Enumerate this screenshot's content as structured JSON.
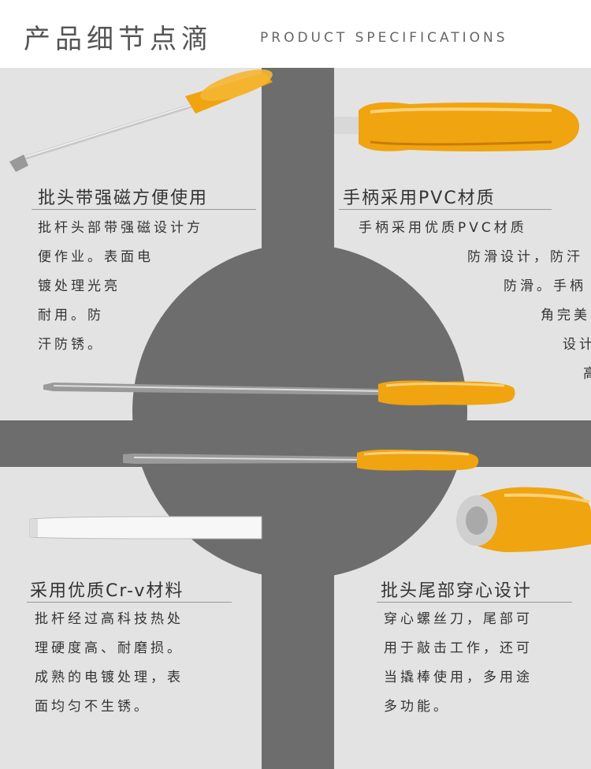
{
  "header": {
    "title_cn": "产品细节点滴",
    "title_en": "PRODUCT SPECIFICATIONS"
  },
  "sections": {
    "magnetic": {
      "title": "批头带强磁方便使用",
      "lines": [
        "批杆头部带强磁设计方",
        "便作业。表面电",
        "镀处理光亮",
        "耐用。防",
        "汗防锈。"
      ]
    },
    "handle": {
      "title": "手柄采用PVC材质",
      "lines": [
        "手柄采用优质PVC材质",
        "防滑设计，防汗",
        "防滑。手柄",
        "角完美",
        "设计",
        "高"
      ]
    },
    "material": {
      "title": "采用优质Cr-v材料",
      "lines": [
        "批杆经过高科技热处",
        "理硬度高、耐磨损。",
        "成熟的电镀处理，表",
        "面均匀不生锈。"
      ]
    },
    "tail": {
      "title": "批头尾部穿心设计",
      "lines": [
        "穿心螺丝刀，尾部可",
        "用于敲击工作，还可",
        "当撬棒使用，多用途",
        "多功能。"
      ]
    }
  },
  "colors": {
    "handle_amber": "#f0a410",
    "panel_gray": "#e3e3e3",
    "cross_gray": "#6d6d6d"
  }
}
